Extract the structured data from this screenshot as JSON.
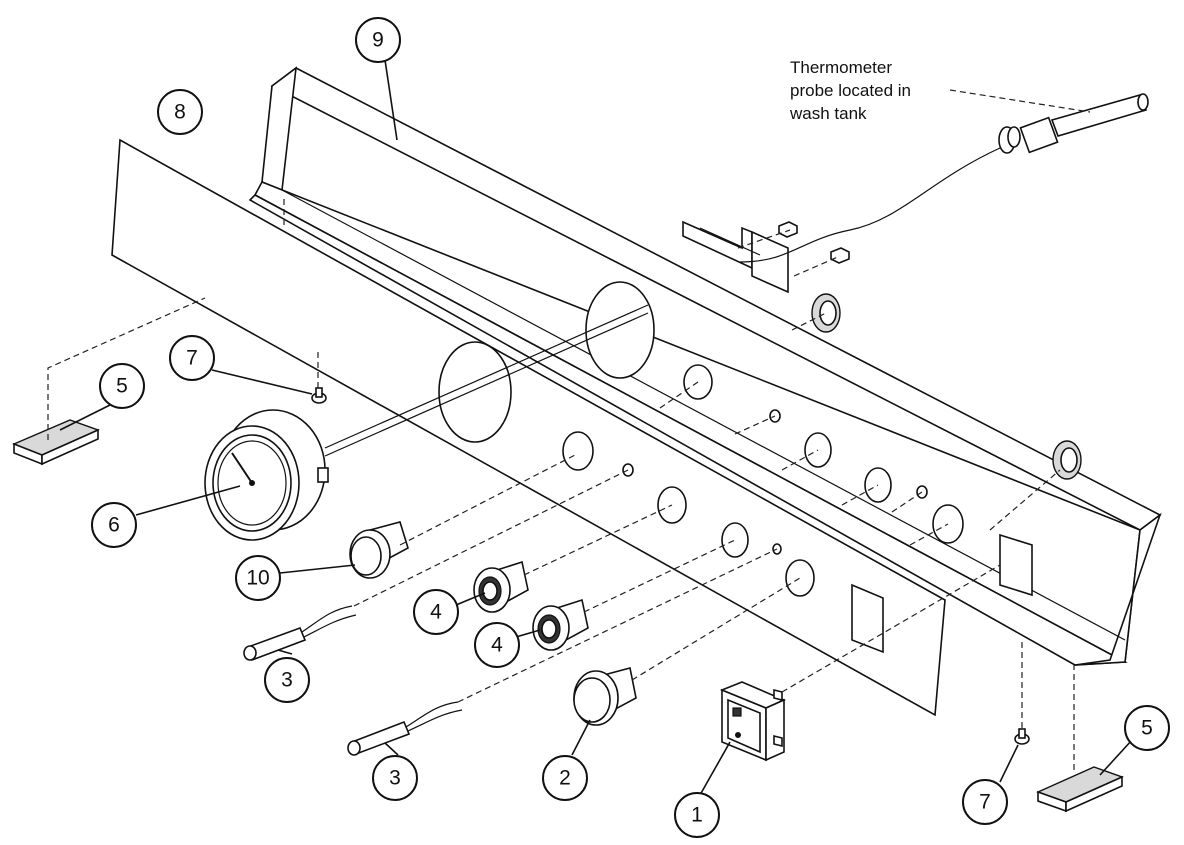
{
  "note": {
    "lines": [
      "Thermometer",
      "probe located in",
      "wash tank"
    ]
  },
  "callouts": {
    "n1": "1",
    "n2": "2",
    "n3a": "3",
    "n3b": "3",
    "n4a": "4",
    "n4b": "4",
    "n5a": "5",
    "n5b": "5",
    "n6": "6",
    "n7a": "7",
    "n7b": "7",
    "n8": "8",
    "n9": "9",
    "n10": "10"
  }
}
